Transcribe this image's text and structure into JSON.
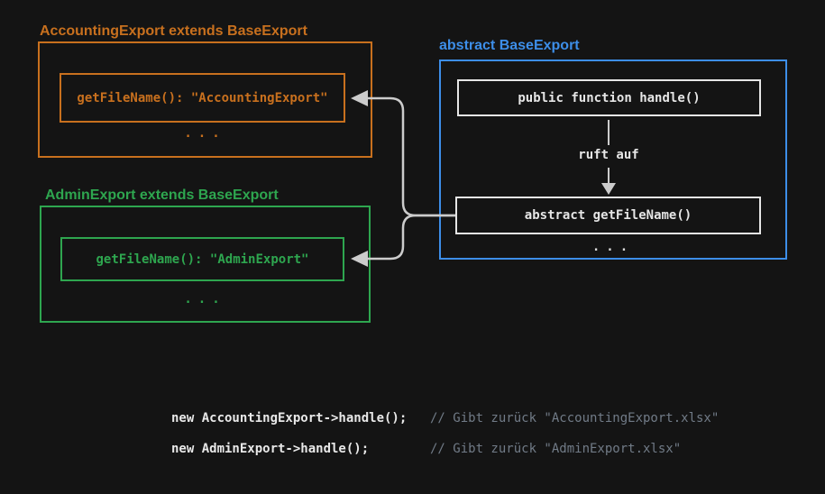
{
  "colors": {
    "background": "#141414",
    "accounting_orange": "#C8701E",
    "admin_green": "#2EA64F",
    "base_blue": "#3D8EE8",
    "box_white": "#E6E6E6",
    "connector_gray": "#CCCCCC",
    "comment_gray": "#717B87"
  },
  "classes": {
    "accounting": {
      "title": "AccountingExport extends BaseExport",
      "method": "getFileName(): \"AccountingExport\"",
      "ellipsis": "..."
    },
    "admin": {
      "title": "AdminExport extends BaseExport",
      "method": "getFileName(): \"AdminExport\"",
      "ellipsis": "..."
    },
    "base": {
      "title": "abstract BaseExport",
      "handle_method": "public function handle()",
      "calls_label": "ruft auf",
      "abstract_method": "abstract getFileName()",
      "ellipsis": "..."
    }
  },
  "icons": {
    "calls_arrow": "arrow-down",
    "override_arrow_accounting": "arrow-left",
    "override_arrow_admin": "arrow-left"
  },
  "code": {
    "lines": [
      {
        "statement": "new AccountingExport->handle();",
        "comment": "// Gibt zurück \"AccountingExport.xlsx\""
      },
      {
        "statement": "new AdminExport->handle();",
        "comment": "// Gibt zurück \"AdminExport.xlsx\""
      }
    ]
  }
}
